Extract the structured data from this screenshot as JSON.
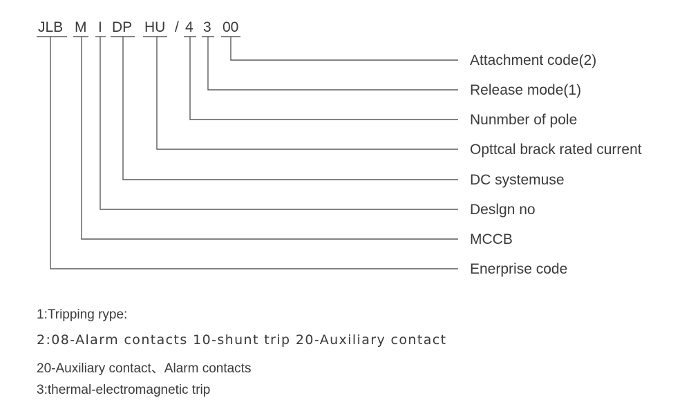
{
  "model_code": {
    "segments": [
      {
        "id": "jlb",
        "text": "JLB"
      },
      {
        "id": "m",
        "text": "M"
      },
      {
        "id": "i",
        "text": "I"
      },
      {
        "id": "dp",
        "text": "DP"
      },
      {
        "id": "hu",
        "text": "HU"
      },
      {
        "id": "slash",
        "text": "/"
      },
      {
        "id": "four",
        "text": "4"
      },
      {
        "id": "three",
        "text": "3"
      },
      {
        "id": "zerozero",
        "text": "00"
      }
    ]
  },
  "labels": [
    {
      "id": "attachment-code",
      "text": "Attachment code(2)",
      "segment": "zerozero"
    },
    {
      "id": "release-mode",
      "text": "Release mode(1)",
      "segment": "three"
    },
    {
      "id": "number-of-pole",
      "text": "Nunmber of pole",
      "segment": "four"
    },
    {
      "id": "rated-current",
      "text": "Opttcal brack rated current",
      "segment": "hu"
    },
    {
      "id": "dc-system-use",
      "text": "DC systemuse",
      "segment": "dp"
    },
    {
      "id": "design-no",
      "text": "Deslgn no",
      "segment": "i"
    },
    {
      "id": "mccb",
      "text": "MCCB",
      "segment": "m"
    },
    {
      "id": "enterprise-code",
      "text": "Enerprise code",
      "segment": "jlb"
    }
  ],
  "notes": {
    "line1": "1:Tripping rype:",
    "line2": "2:08-Alarm contacts 10-shunt trip 20-Auxiliary contact",
    "line3": "20-Auxiliary contact、Alarm contacts",
    "line4": "3:thermal-electromagnetic trip"
  },
  "colors": {
    "line": "#5a5a5a",
    "text": "#3a3a3a"
  }
}
